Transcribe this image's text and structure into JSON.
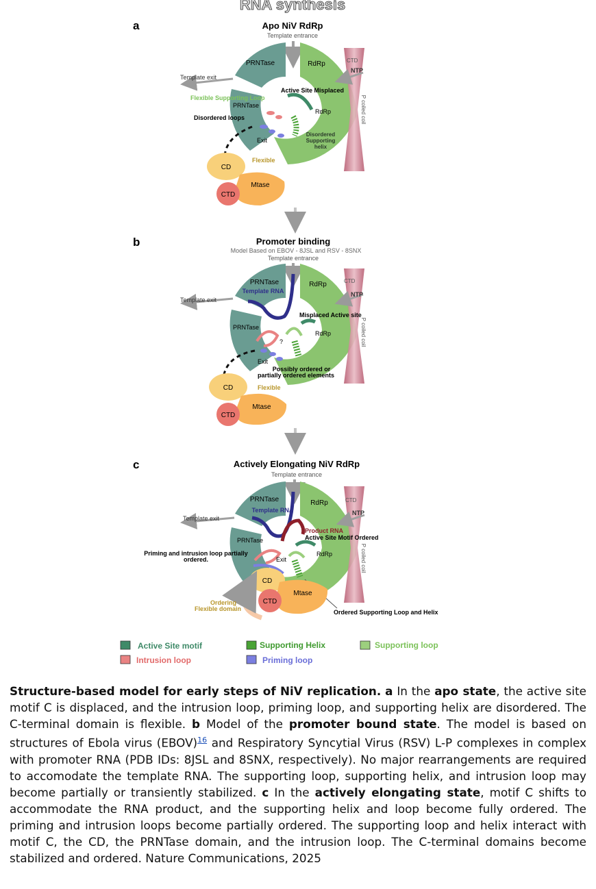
{
  "figure": {
    "title": "RNA synthesis",
    "panels": [
      {
        "letter": "a",
        "title": "Apo NiV RdRp",
        "template_entrance": "Template entrance",
        "template_exit": "Template exit",
        "prntase": "PRNTase",
        "rdrp": "RdRp",
        "ctd_top": "CTD",
        "ntp": "NTP",
        "coiled": "P coiled coil",
        "active_site": "Active Site Misplaced",
        "flexible_loop": "Flexible Supporting Loop",
        "prntase_inner": "PRNTase",
        "disordered_loops": "Disordered loops",
        "rdrp_inner": "RdRp",
        "exit": "Exit",
        "disordered_helix_1": "Disordered",
        "disordered_helix_2": "Supporting",
        "disordered_helix_3": "helix",
        "flexible": "Flexible",
        "cd": "CD",
        "mtase": "Mtase",
        "ctd": "CTD"
      },
      {
        "letter": "b",
        "title": "Promoter binding",
        "subtitle": "Model Based on EBOV - 8JSL and  RSV - 8SNX",
        "template_entrance": "Template entrance",
        "template_exit": "Template exit",
        "prntase": "PRNTase",
        "template_rna": "Template RNA",
        "rdrp": "RdRp",
        "ctd_top": "CTD",
        "ntp": "NTP",
        "coiled": "P coiled coil",
        "active_site": "Misplaced Active site",
        "prntase_inner": "PRNTase",
        "rdrp_inner": "RdRp",
        "question": "?",
        "exit": "Exit",
        "possibly_1": "Possibly ordered or",
        "possibly_2": "partially ordered elements",
        "flexible": "Flexible",
        "cd": "CD",
        "mtase": "Mtase",
        "ctd": "CTD"
      },
      {
        "letter": "c",
        "title": "Actively Elongating NiV RdRp",
        "template_entrance": "Template entrance",
        "template_exit": "Template exit",
        "prntase": "PRNTase",
        "template_rna": "Template RNA",
        "rdrp": "RdRp",
        "ctd_top": "CTD",
        "ntp": "NTP",
        "product_rna": "Product RNA",
        "active_site": "Active Site Motif Ordered",
        "coiled": "P coiled coil",
        "prntase_inner": "PRNTase",
        "rdrp_inner": "RdRp",
        "priming_1": "Priming and intrusion loop partially",
        "priming_2": "ordered.",
        "exit": "Exit",
        "cd": "CD",
        "mtase": "Mtase",
        "ctd": "CTD",
        "ordering_1": "Ordering",
        "ordering_2": "Flexible domain",
        "ordered_support": "Ordered Supporting Loop and Helix"
      }
    ],
    "legend": [
      {
        "label": "Active Site motif",
        "color": "#3f8a68",
        "text_color": "#3f8a68"
      },
      {
        "label": "Supporting Helix",
        "color": "#4aa336",
        "text_color": "#3f9a2f"
      },
      {
        "label": "Supporting loop",
        "color": "#9ccf7e",
        "text_color": "#7cc25a"
      },
      {
        "label": "Intrusion loop",
        "color": "#e98383",
        "text_color": "#e26a6a"
      },
      {
        "label": "Priming loop",
        "color": "#7b7fe0",
        "text_color": "#6a6ed8"
      }
    ]
  },
  "caption": {
    "lead_bold": "Structure-based model for early steps of NiV replication.",
    "a_letter": "a",
    "a_text_1": "In the",
    "a_bold": "apo state",
    "a_text_2": ", the active site motif C is displaced, and the intrusion loop, priming loop, and supporting helix are disordered. The C-terminal domain is flexible.",
    "b_letter": "b",
    "b_text_1": "Model of the",
    "b_bold": "promoter bound state",
    "b_text_2": ". The model is based on structures of Ebola virus (EBOV)",
    "b_ref": "16",
    "b_text_3": " and Respiratory Syncytial Virus (RSV) L-P complexes in complex with promoter RNA (PDB IDs: 8JSL and 8SNX, respectively). No major rearrangements are required to accomodate the template RNA. The supporting loop, supporting helix, and intrusion loop may become partially or transiently stabilized.",
    "c_letter": "c",
    "c_text_1": "In the",
    "c_bold": "actively elongating state",
    "c_text_2": ", motif C shifts to accommodate the RNA product, and the supporting helix and loop become fully ordered. The priming and intrusion loops become partially ordered. The supporting loop and helix interact with motif C, the CD, the PRNTase domain, and the intrusion loop. The C-terminal domains become stabilized and ordered. Nature Communications, 2025"
  }
}
